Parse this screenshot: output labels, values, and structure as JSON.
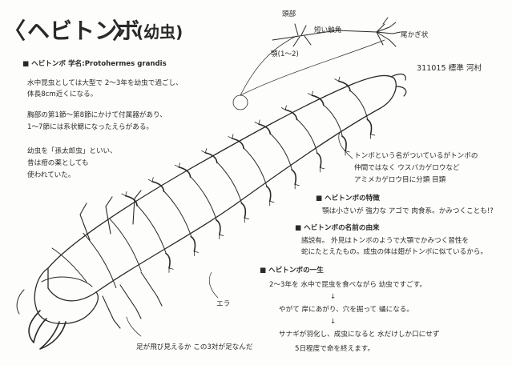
{
  "title": {
    "open_bracket": "〈",
    "main": "ヘビトンボ",
    "close_bracket": "〉",
    "suffix": "(幼虫)"
  },
  "species_line": "■ ヘビトンボ 学名:Protohermes grandis",
  "intro": [
    "水中昆虫としては大型で 2～3年を幼虫で過ごし、",
    "体長8cm近くになる。"
  ],
  "gills_text": [
    "胸部の第1節～第8節にかけて付属器があり、",
    "1～7節には系状鰓になったえらがある。"
  ],
  "medicine_text": [
    "幼虫を「孫太郎虫」といい、",
    "昔は疳の薬としても",
    "使われていた。"
  ],
  "callouts": {
    "head": "頭部",
    "antenna": "短い触角",
    "jaw": "顎(1～2)",
    "tail_hooks": "尾かぎ状",
    "collector": "311015 標準 河村",
    "gills": "エラ",
    "legs": "足が飛び見えるか この3対が足なんだ"
  },
  "relation_text": [
    "トンボという名がついているがトンボの",
    "仲間ではなく ウスバカゲロウなど",
    "アミメカゲロウ目に分類 目類"
  ],
  "traits": {
    "heading": "■ ヘビトンボの特徴",
    "text": "顎は小さいが 強力な アゴで 肉食系。かみつくことも!?"
  },
  "name_origin": {
    "heading": "■ ヘビトンボの名前の由来",
    "lines": [
      "諸説有。 外見はトンボのようで大顎でかみつく習性を",
      "蛇にたとえたもの。成虫の体は翅がトンボに似ているから。"
    ]
  },
  "life": {
    "heading": "■ ヘビトンボの一生",
    "lines": [
      "2～3年を 水中で昆虫を食べながら 幼虫ですごす。",
      "↓",
      "やがて 岸にあがり、穴を掘って 蛹になる。",
      "↓",
      "サナギが羽化し、成虫になると 水だけしか口にせず",
      "5日程度で命を終えます。"
    ]
  },
  "ink_color": "#2a2a2a",
  "paper_color": "#fdfdfb"
}
